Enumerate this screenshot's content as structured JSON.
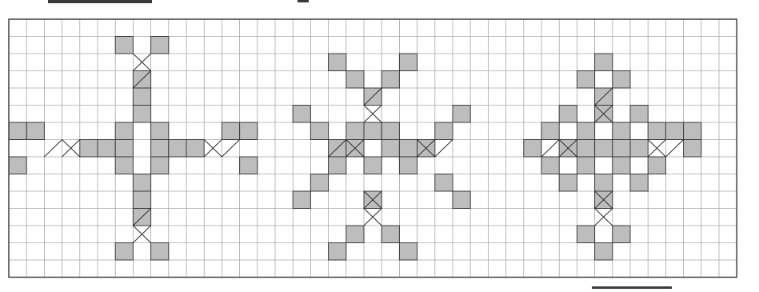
{
  "figure": {
    "grid": {
      "columns": 41,
      "rows": 15
    },
    "colors": {
      "fill": "#bdbdbd",
      "line": "#a7a7a7",
      "frame": "#333333",
      "ink": "#2e2e2e"
    },
    "patterns": [
      {
        "name": "pattern-1",
        "filled": [
          [
            6,
            1
          ],
          [
            8,
            1
          ],
          [
            7,
            3
          ],
          [
            7,
            4
          ],
          [
            7,
            5
          ],
          [
            6,
            6
          ],
          [
            8,
            6
          ],
          [
            1,
            6
          ],
          [
            12,
            6
          ],
          [
            0,
            6
          ],
          [
            13,
            6
          ],
          [
            5,
            7
          ],
          [
            6,
            7
          ],
          [
            8,
            7
          ],
          [
            9,
            7
          ],
          [
            10,
            7
          ],
          [
            4,
            7
          ],
          [
            0,
            8
          ],
          [
            13,
            8
          ],
          [
            6,
            8
          ],
          [
            8,
            8
          ],
          [
            7,
            9
          ],
          [
            7,
            10
          ],
          [
            7,
            11
          ],
          [
            6,
            13
          ],
          [
            8,
            13
          ]
        ],
        "crossed": [
          [
            7,
            2
          ],
          [
            3,
            7
          ],
          [
            11,
            7
          ],
          [
            7,
            12
          ]
        ],
        "slashed": [
          [
            7,
            3
          ],
          [
            2,
            7
          ],
          [
            12,
            7
          ],
          [
            7,
            11
          ]
        ]
      },
      {
        "name": "pattern-2",
        "filled": [
          [
            18,
            2
          ],
          [
            22,
            2
          ],
          [
            19,
            3
          ],
          [
            21,
            3
          ],
          [
            20,
            4
          ],
          [
            16,
            5
          ],
          [
            25,
            5
          ],
          [
            17,
            6
          ],
          [
            19,
            6
          ],
          [
            20,
            6
          ],
          [
            21,
            6
          ],
          [
            24,
            6
          ],
          [
            18,
            7
          ],
          [
            19,
            7
          ],
          [
            21,
            7
          ],
          [
            22,
            7
          ],
          [
            23,
            7
          ],
          [
            20,
            8
          ],
          [
            18,
            8
          ],
          [
            22,
            8
          ],
          [
            17,
            9
          ],
          [
            24,
            9
          ],
          [
            16,
            10
          ],
          [
            25,
            10
          ],
          [
            20,
            10
          ],
          [
            19,
            12
          ],
          [
            21,
            12
          ],
          [
            18,
            13
          ],
          [
            22,
            13
          ]
        ],
        "crossed": [
          [
            20,
            5
          ],
          [
            19,
            7
          ],
          [
            23,
            7
          ],
          [
            20,
            10
          ],
          [
            20,
            11
          ]
        ],
        "slashed": [
          [
            20,
            4
          ],
          [
            18,
            7
          ],
          [
            24,
            7
          ]
        ]
      },
      {
        "name": "pattern-3",
        "filled": [
          [
            33,
            2
          ],
          [
            32,
            3
          ],
          [
            34,
            3
          ],
          [
            33,
            4
          ],
          [
            31,
            5
          ],
          [
            33,
            5
          ],
          [
            35,
            5
          ],
          [
            30,
            6
          ],
          [
            32,
            6
          ],
          [
            34,
            6
          ],
          [
            36,
            6
          ],
          [
            29,
            7
          ],
          [
            31,
            7
          ],
          [
            32,
            7
          ],
          [
            33,
            7
          ],
          [
            34,
            7
          ],
          [
            35,
            7
          ],
          [
            38,
            7
          ],
          [
            37,
            6
          ],
          [
            38,
            6
          ],
          [
            30,
            8
          ],
          [
            32,
            8
          ],
          [
            34,
            8
          ],
          [
            36,
            8
          ],
          [
            31,
            9
          ],
          [
            33,
            9
          ],
          [
            35,
            9
          ],
          [
            33,
            10
          ],
          [
            32,
            12
          ],
          [
            34,
            12
          ],
          [
            33,
            13
          ]
        ],
        "crossed": [
          [
            33,
            5
          ],
          [
            31,
            7
          ],
          [
            36,
            7
          ],
          [
            33,
            10
          ],
          [
            33,
            11
          ]
        ],
        "slashed": [
          [
            33,
            4
          ],
          [
            30,
            7
          ],
          [
            37,
            7
          ]
        ]
      }
    ]
  }
}
